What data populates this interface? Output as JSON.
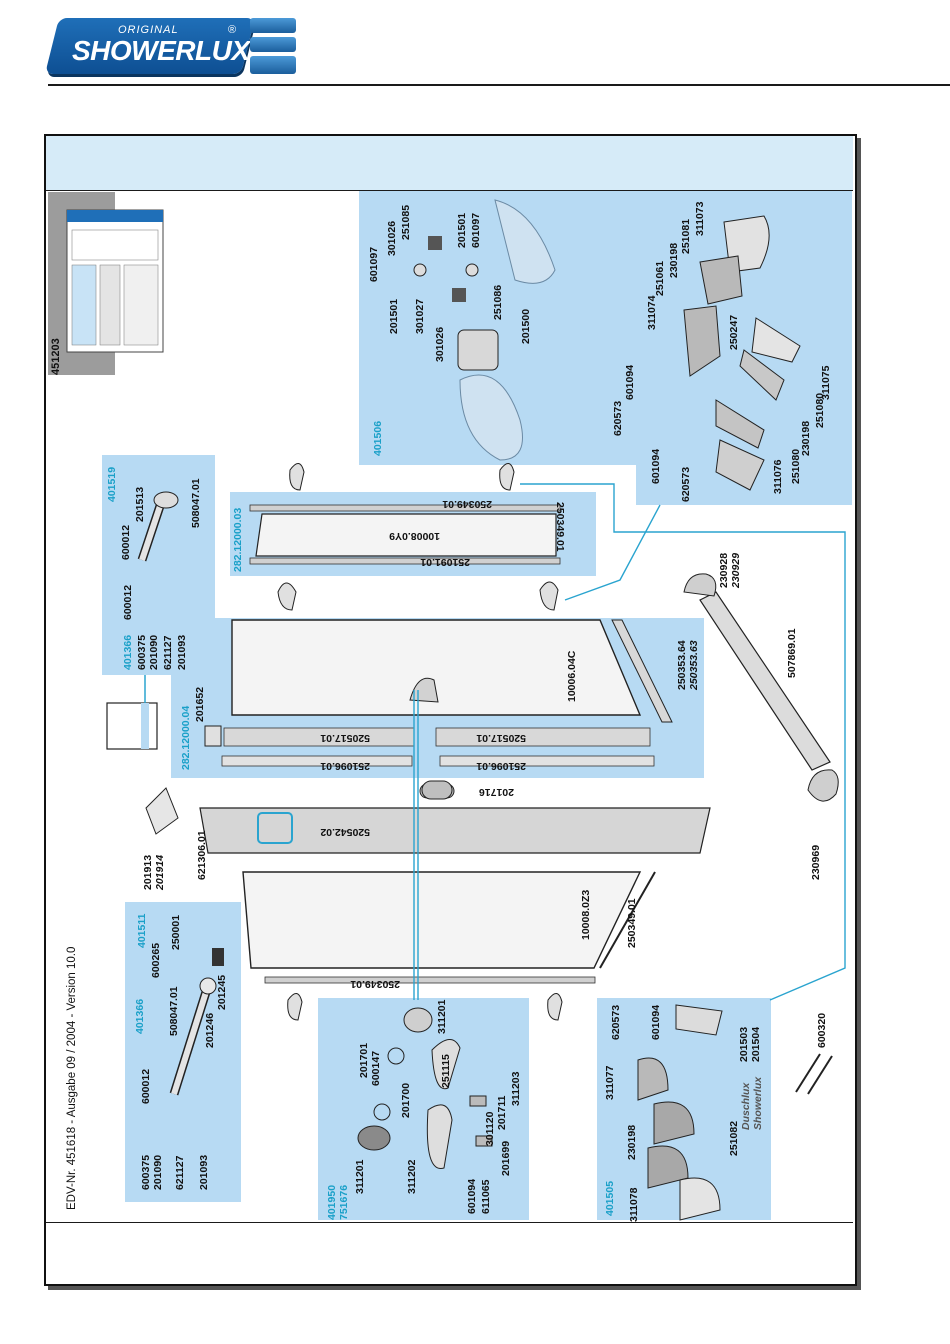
{
  "brand": {
    "logo_small": "ORIGINAL",
    "logo_name": "SHOWERLUX",
    "logo_reg": "®"
  },
  "edv": "EDV-Nr. 451618 - Ausgabe 09 / 2004 - Version 10.0",
  "catalog": {
    "number": "451203"
  },
  "kits": {
    "k401519": "401519",
    "k401366a": "401366",
    "k401366b": "401366",
    "k401511": "401511",
    "k401506": "401506",
    "k401505": "401505",
    "k401950": "401950",
    "k751676": "751676",
    "k282_03": "282.12000.03",
    "k282_04": "282.12000.04"
  },
  "parts": {
    "p600012a": "600012",
    "p201513": "201513",
    "p508047a": "508047.01",
    "p600012b": "600012",
    "p600375a": "600375",
    "p201090a": "201090",
    "p621127a": "621127",
    "p201093a": "201093",
    "p250349a": "250349.01",
    "p10008v9": "10008.0Y9",
    "p251091": "251091.01",
    "p250349b": "250349.01",
    "p201652": "201652",
    "p10006": "10006.04C",
    "p250353_64": "250353.64",
    "p250353_63": "250353.63",
    "p520517a": "520517.01",
    "p520517b": "520517.01",
    "p251096a": "251096.01",
    "p251096b": "251096.01",
    "p201716": "201716",
    "p520542": "520542.02",
    "p621306": "621306.01",
    "p201913": "201913",
    "p201914": "201914",
    "p10008z3": "10008.0Z3",
    "p250349c": "250349.01",
    "p250349d": "250349.01",
    "p230928": "230928",
    "p230929": "230929",
    "p507869": "507869.01",
    "p230969": "230969",
    "p601097a": "601097",
    "p301026a": "301026",
    "p251085": "251085",
    "p201501a": "201501",
    "p601097b": "601097",
    "p201501b": "201501",
    "p301027": "301027",
    "p301026b": "301026",
    "p251086": "251086",
    "p201500": "201500",
    "p251081": "251081",
    "p311073": "311073",
    "p230198a": "230198",
    "p311074": "311074",
    "p251061": "251061",
    "p250247": "250247",
    "p601094a": "601094",
    "p620573a": "620573",
    "p311075": "311075",
    "p251080a": "251080",
    "p230198b": "230198",
    "p601094b": "601094",
    "p620573b": "620573",
    "p311076": "311076",
    "p251080b": "251080",
    "p250001": "250001",
    "p600265": "600265",
    "p508047b": "508047.01",
    "p201245": "201245",
    "p201246": "201246",
    "p600012c": "600012",
    "p600375b": "600375",
    "p201090b": "201090",
    "p621127b": "621127",
    "p201093b": "201093",
    "p201701": "201701",
    "p600147": "600147",
    "p201700": "201700",
    "p311201a": "311201",
    "p251115": "251115",
    "p311203": "311203",
    "p201711": "201711",
    "p301120": "301120",
    "p201699": "201699",
    "p311201b": "311201",
    "p311202": "311202",
    "p601094c": "601094",
    "p611065": "611065",
    "p620573c": "620573",
    "p601094d": "601094",
    "p201503": "201503",
    "p201504": "201504",
    "p600320": "600320",
    "p311077": "311077",
    "p230198c": "230198",
    "p251082": "251082",
    "p311078": "311078"
  },
  "brand_stamp": {
    "line1": "Duschlux",
    "line2": "Showerlux"
  }
}
